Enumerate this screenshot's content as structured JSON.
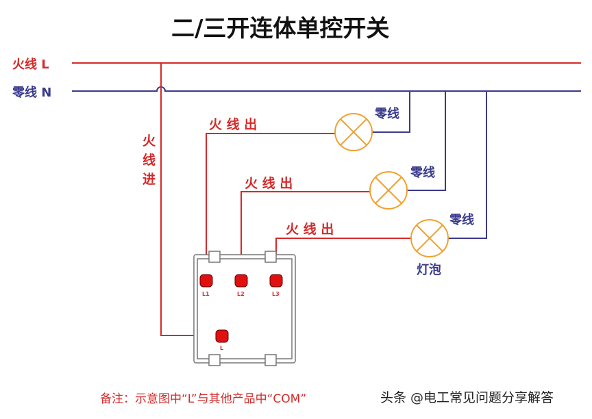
{
  "title": "二/三开连体单控开关",
  "lines": {
    "live": "火线 L",
    "neutral": "零线 N"
  },
  "live_in": [
    "火",
    "线",
    "进"
  ],
  "live_out": [
    "火 线 出",
    "火 线 出",
    "火 线 出"
  ],
  "neutral_labels": [
    "零线",
    "零线",
    "零线"
  ],
  "bulb_label": "灯泡",
  "terminals": [
    "L1",
    "L2",
    "L3",
    "L"
  ],
  "note": "备注：示意图中“L”与其他产品中“COM”",
  "watermark": "头条 @电工常见问题分享解答",
  "colors": {
    "live": "#d42a2a",
    "neutral": "#3a3a8c",
    "bulb": "#f0a030",
    "terminal": "#e01010"
  }
}
